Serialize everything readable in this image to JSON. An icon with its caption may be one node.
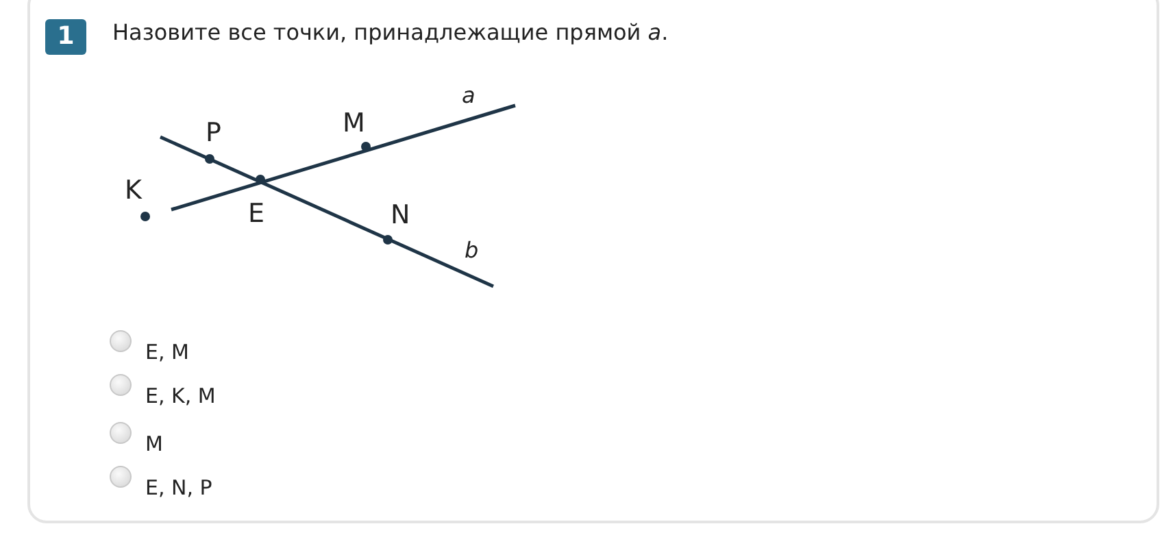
{
  "diagram": {
    "title": "Назовите все точки, принадлежащие прямой *a*.",
    "labels": [
      "1",
      "a",
      "P",
      "M",
      "K",
      "E",
      "N",
      "b",
      "E, M",
      "E, K, M",
      "M",
      "E, N, P"
    ]
  }
}
